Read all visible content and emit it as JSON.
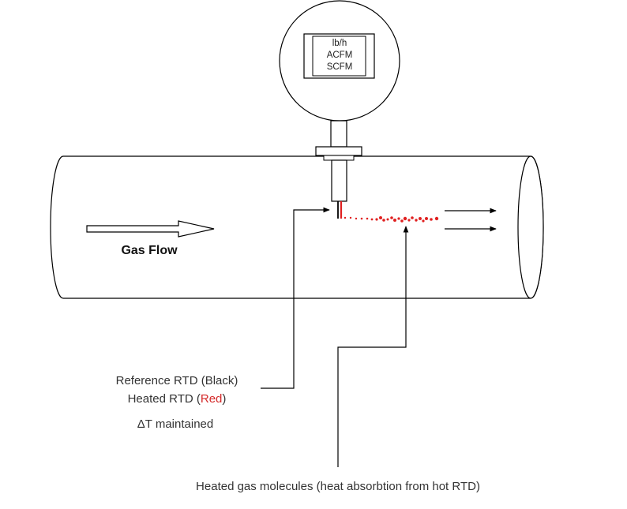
{
  "meter_display": {
    "units": [
      "lb/h",
      "ACFM",
      "SCFM"
    ]
  },
  "labels": {
    "gas_flow": "Gas Flow",
    "reference_rtd": "Reference RTD (Black)",
    "heated_rtd_prefix": "Heated RTD (",
    "heated_rtd_color_word": "Red",
    "heated_rtd_suffix": ")",
    "delta_t": "ΔT maintained",
    "heated_gas": "Heated gas molecules (heat absorbtion from hot RTD)"
  },
  "colors": {
    "line": "#000000",
    "heated": "#e02020",
    "red_text": "#d42a2a",
    "text": "#333333"
  }
}
